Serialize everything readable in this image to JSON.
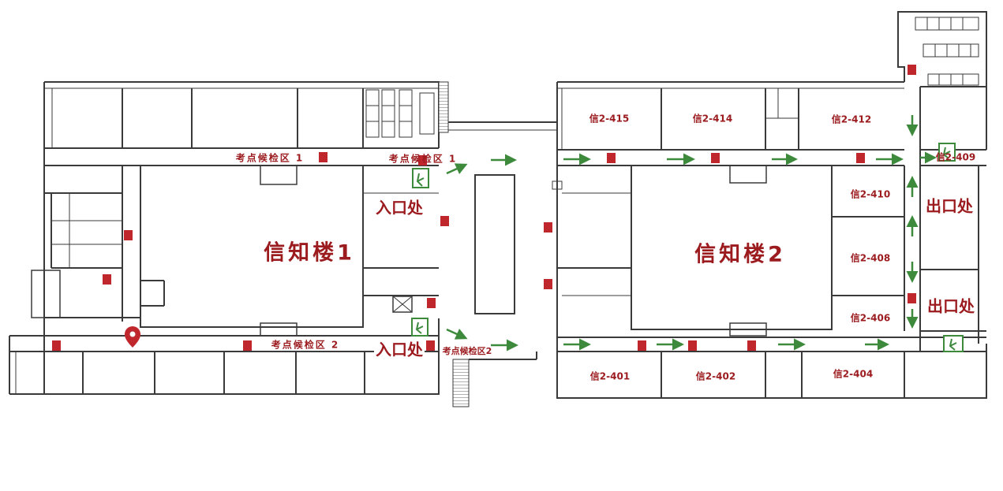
{
  "buildings": {
    "left": "信知楼1",
    "right": "信知楼2"
  },
  "waiting_areas": {
    "left_top": "考点候检区 1",
    "mid_top": "考点候检区 1",
    "left_bottom": "考点候检区 2",
    "mid_bottom": "考点候检区2"
  },
  "entrances": {
    "top": "入口处",
    "bottom": "入口处"
  },
  "exits": {
    "upper": "出口处",
    "lower": "出口处"
  },
  "rooms": {
    "r415": "信2-415",
    "r414": "信2-414",
    "r412": "信2-412",
    "r409": "信2-409",
    "r410": "信2-410",
    "r408": "信2-408",
    "r406": "信2-406",
    "r401": "信2-401",
    "r402": "信2-402",
    "r404": "信2-404"
  },
  "colors": {
    "wall": "#3a3a3a",
    "label": "#9b1b1f",
    "arrow": "#3d8a3d",
    "extinguisher": "#c0272d",
    "marker": "#c0272d"
  },
  "icons": [
    "fire-extinguisher-icon",
    "emergency-exit-icon",
    "direction-arrow-icon",
    "location-pin-icon",
    "toilet-fixture-icon",
    "stairs-icon"
  ]
}
